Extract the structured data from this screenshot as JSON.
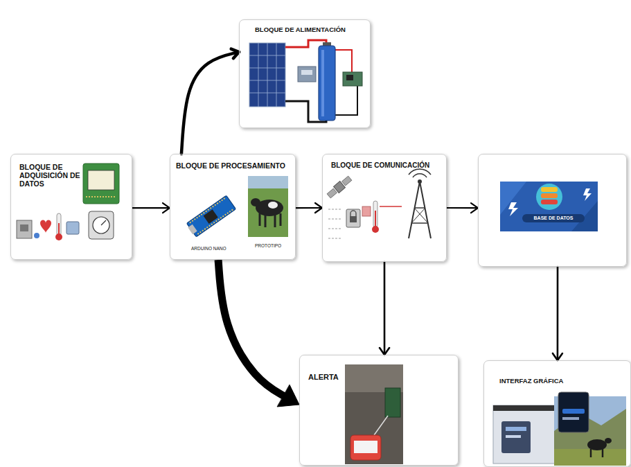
{
  "diagram": {
    "nodes": [
      {
        "text": [
          "BLOQUE DE ALIMENTACIÓN"
        ]
      },
      {
        "text": [
          "BLOQUE DE ADQUISICIÓN DE DATOS"
        ]
      },
      {
        "text": [
          "BLOQUE DE PROCESAMIENTO",
          "ARDUINO NANO",
          "PROTOTIPO"
        ]
      },
      {
        "text": [
          "BLOQUE DE COMUNICACIÓN"
        ]
      },
      {
        "text": [
          "BASE DE DATOS"
        ]
      },
      {
        "text": [
          "ALERTA"
        ]
      },
      {
        "text": [
          "INTERFAZ GRÁFICA"
        ]
      }
    ],
    "edges": [
      {
        "from": 1,
        "to": 2,
        "arrow": "to"
      },
      {
        "from": 2,
        "to": 3,
        "arrow": "to"
      },
      {
        "from": 3,
        "to": 4,
        "arrow": "to"
      },
      {
        "from": 3,
        "to": 5,
        "arrow": "to"
      },
      {
        "from": 4,
        "to": 6,
        "arrow": "to"
      },
      {
        "from": 2,
        "to": 5,
        "arrow": "to"
      },
      {
        "from": 2,
        "to": 0,
        "arrow": "to"
      }
    ]
  }
}
